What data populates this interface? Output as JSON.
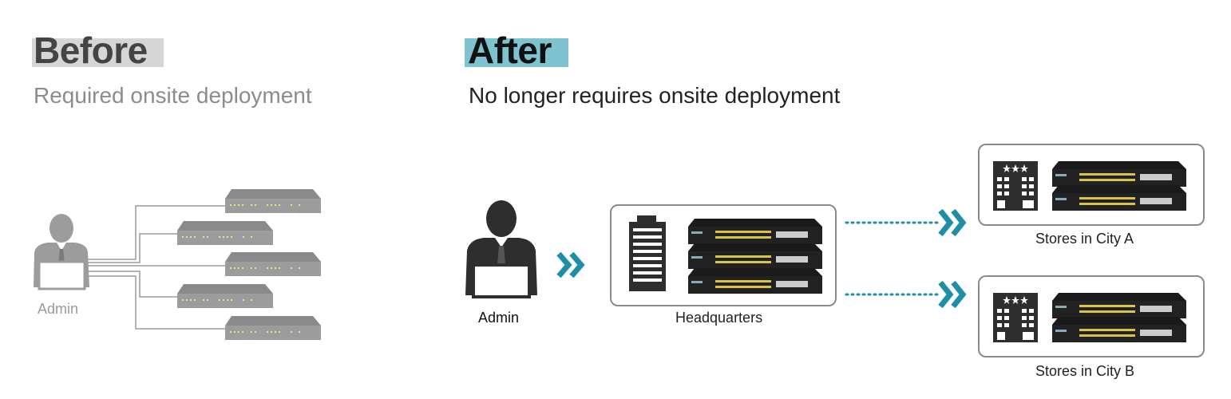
{
  "before": {
    "title": "Before",
    "subtitle": "Required onsite deployment",
    "admin_label": "Admin",
    "accent_color": "#d6d6d6",
    "text_color": "#444444",
    "subtitle_color": "#8c8c8c"
  },
  "after": {
    "title": "After",
    "subtitle": "No longer requires onsite deployment",
    "admin_label": "Admin",
    "hq_label": "Headquarters",
    "store_a_label": "Stores in City A",
    "store_b_label": "Stores in City B",
    "accent_color": "#7ec3cf",
    "arrow_color": "#1f8fa6",
    "text_color": "#111111"
  },
  "icons": {
    "admin": "person-with-laptop-icon",
    "hq": "office-building-icon",
    "store": "hotel-store-icon",
    "switch": "network-switch-icon",
    "arrow": "double-chevron-right-icon"
  }
}
